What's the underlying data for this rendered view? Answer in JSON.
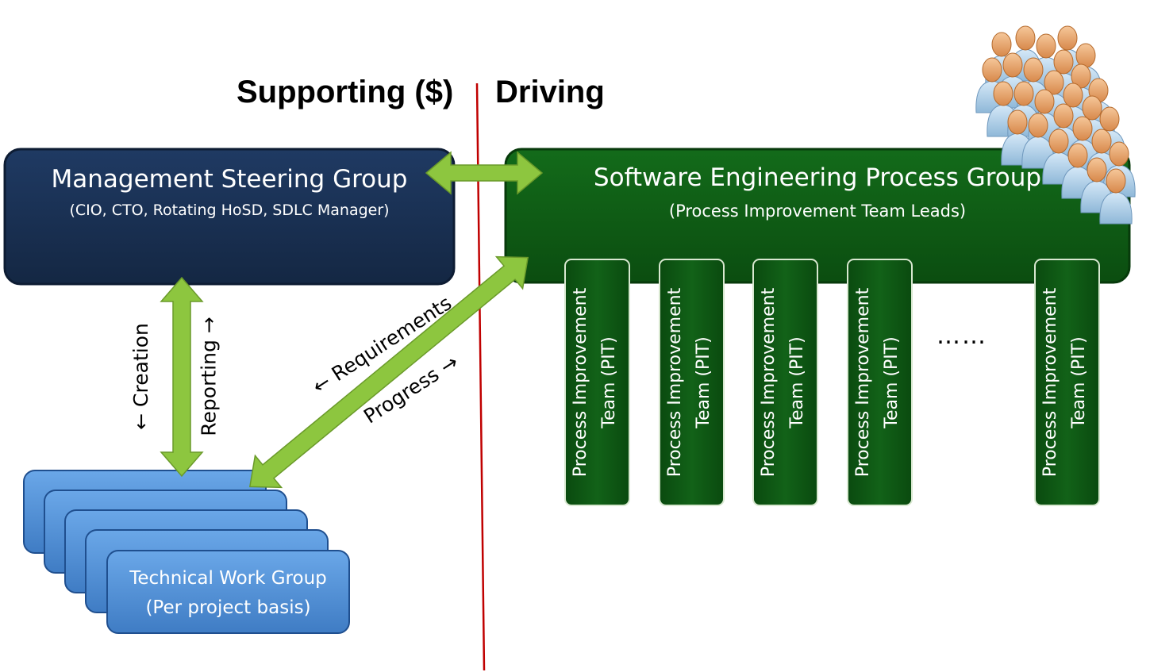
{
  "headers": {
    "supporting": "Supporting ($)",
    "driving": "Driving"
  },
  "management": {
    "title": "Management Steering Group",
    "subtitle": "(CIO, CTO, Rotating HoSD, SDLC Manager)"
  },
  "sepg": {
    "title": "Software Engineering Process Group",
    "subtitle": "(Process Improvement Team Leads)"
  },
  "technical": {
    "line1": "Technical Work Group",
    "line2": "(Per project basis)"
  },
  "pit": {
    "line1": "Process Improvement",
    "line2": "Team (PIT)"
  },
  "ellipsis": "……",
  "arrows": {
    "creation": "← Creation",
    "reporting": "Reporting →",
    "requirements": "← Requirements",
    "progress": "Progress →"
  },
  "icons": {
    "people": "people-crowd-icon"
  },
  "colors": {
    "management": "#1a2d4d",
    "sepg": "#0f5a14",
    "pit": "#0b4a10",
    "technical": "#4f8ed6",
    "arrow": "#8dc63f",
    "divider": "#c00000"
  }
}
